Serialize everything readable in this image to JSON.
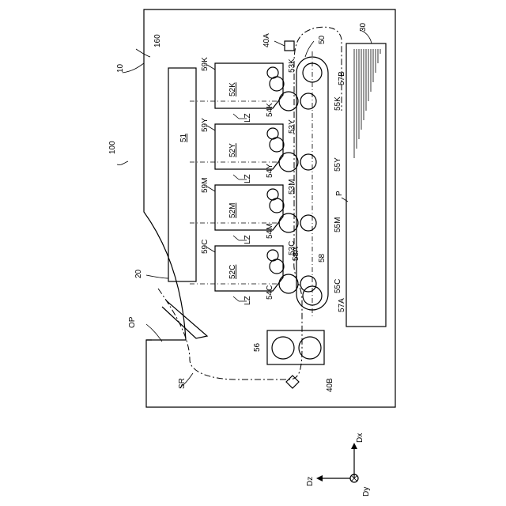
{
  "figure": {
    "labels": {
      "apparatus": "100",
      "housing": "10",
      "upper_body": "160",
      "exposure_unit": "51",
      "tray": "20",
      "opening": "OP",
      "sheet_route": "SR",
      "fixing": "56",
      "sensor_a": "40A",
      "sensor_b": "40B",
      "belt": "50",
      "roller_top": "57B",
      "roller_bottom": "57A",
      "belt_mark": "58A",
      "belt_unit": "58",
      "paper": "P",
      "cassette": "30",
      "lz": "LZ"
    },
    "stations": [
      {
        "cart": "52K",
        "beam": "59K",
        "dev": "53K",
        "drum": "54K",
        "transfer": "55K"
      },
      {
        "cart": "52Y",
        "beam": "59Y",
        "dev": "53Y",
        "drum": "54Y",
        "transfer": "55Y"
      },
      {
        "cart": "52M",
        "beam": "59M",
        "dev": "53M",
        "drum": "54M",
        "transfer": "55M"
      },
      {
        "cart": "52C",
        "beam": "59C",
        "dev": "53C",
        "drum": "54C",
        "transfer": "55C"
      }
    ],
    "axes": {
      "dx": "Dx",
      "dy": "Dy",
      "dz": "Dz"
    }
  }
}
